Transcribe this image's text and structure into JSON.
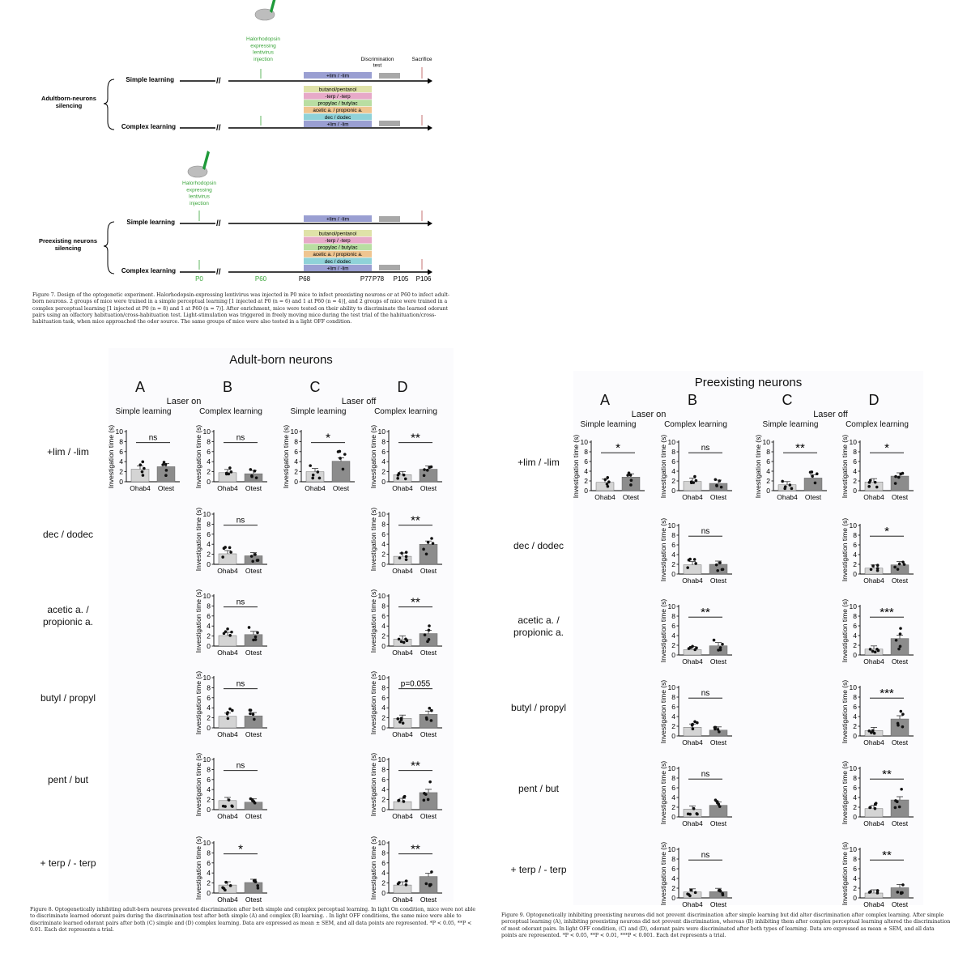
{
  "fig7": {
    "virus": "Halorhodopsin\nexpressing\nlentivirus\ninjection",
    "discrimination_test": "Discrimination\ntest",
    "sacrifice": "Sacrifice",
    "simple_learning": "Simple learning",
    "complex_learning": "Complex learning",
    "group_adult": "Adultborn-neurons\nsilencing",
    "group_pre": "Preexisting neurons\nsilencing",
    "odor_pairs": [
      "butanol/pentanol",
      "-terp / -terp",
      "propylac / butylac",
      "acetic a. / propionic a.",
      "dec / dodec",
      "+lim / -lim"
    ],
    "odor_colors": [
      "#dfe2a8",
      "#e7a9c8",
      "#b9dea2",
      "#efc590",
      "#8fd2d8",
      "#9a9fd2"
    ],
    "simple_pair": "+lim / -lim",
    "timeline": [
      "P0",
      "P60",
      "P68",
      "P77",
      "P78",
      "P105",
      "P106"
    ]
  },
  "captions": {
    "fig7": "Figure 7. Design of the optogenetic experiment. Halorhodopsin-expressing lentivirus was injected in P0 mice to infect preexisting neurons or at P60 to infect adult-born neurons. 2 groups of mice were trained in a simple perceptual learning [1 injected at P0 (n = 6) and 1 at P60 (n = 4)], and 2 groups of mice were trained in a complex perceptual learning [1 injected at P0 (n = 8) and 1 at P60 (n = 7)]. After enrichment, mice were tested on their ability to discriminate the learned odorant pairs using an olfactory habituation/cross-habituation test. Light-stimulation was triggered in freely moving mice during the test trial of the habituation/cross-habituation task, when mice approached the odor source. The same groups of mice were also tested in a light OFF condition.",
    "fig8": "Figure 8. Optogenetically inhibiting adult-born neurons prevented discrimination after both simple and complex perceptual learning. In light On condition, mice were not able to discriminate learned odorant pairs during the discrimination test after both simple (A) and complex (B) learning. . In light OFF conditions, the same mice were able to discriminate learned odorant pairs after both (C) simple and (D) complex learning. Data are expressed as mean ± SEM, and all data points are represented. *P < 0.05, **P < 0.01. Each dot represents a trial.",
    "fig9": "Figure 9. Optogenetically inhibiting preexisting neurons did not prevent discrimination after simple learning but did alter discrimination after complex learning. After simple perceptual learning (A), inhibiting preexisting neurons did not prevent discrimination, whereas (B) inhibiting them after complex perceptual learning altered the discrimination of most odorant pairs. In light OFF condition, (C) and (D), odorant pairs were discriminated after both types of learning. Data are expressed as mean ± SEM, and all data points are represented. *P < 0.05, **P < 0.01, ***P < 0.001. Each dot represents a trial."
  },
  "fig8": {
    "title": "Adult-born neurons",
    "columns": [
      "A",
      "B",
      "C",
      "D"
    ],
    "laser_on": "Laser on",
    "laser_off": "Laser off",
    "subtitles": [
      "Simple learning",
      "Complex learning",
      "Simple learning",
      "Complex learning"
    ],
    "rows": [
      "+lim / -lim",
      "dec / dodec",
      "acetic a. /\npropionic a.",
      "butyl / propyl",
      "pent / but",
      "+ terp / - terp"
    ]
  },
  "fig9": {
    "title": "Preexisting neurons",
    "columns": [
      "A",
      "B",
      "C",
      "D"
    ],
    "laser_on": "Laser on",
    "laser_off": "Laser off",
    "subtitles": [
      "Simple learning",
      "Complex learning",
      "Simple learning",
      "Complex learning"
    ],
    "rows": [
      "+lim / -lim",
      "dec / dodec",
      "acetic a. /\npropionic a.",
      "butyl / propyl",
      "pent / but",
      "+ terp / - terp"
    ]
  },
  "chart_data": [
    {
      "figure": "fig8",
      "type": "bar",
      "ylabel": "Investigation time (s)",
      "ylim": [
        0,
        10
      ],
      "yticks": [
        0,
        2,
        4,
        6,
        8,
        10
      ],
      "categories": [
        "Ohab4",
        "Otest"
      ],
      "panels": [
        {
          "col": "A",
          "row": "+lim / -lim",
          "values": [
            2.5,
            3.0
          ],
          "sig": "ns"
        },
        {
          "col": "B",
          "row": "+lim / -lim",
          "values": [
            1.8,
            1.6
          ],
          "sig": "ns"
        },
        {
          "col": "C",
          "row": "+lim / -lim",
          "values": [
            2.0,
            4.1
          ],
          "sig": "*"
        },
        {
          "col": "D",
          "row": "+lim / -lim",
          "values": [
            1.4,
            2.5
          ],
          "sig": "**"
        },
        {
          "col": "B",
          "row": "dec / dodec",
          "values": [
            2.1,
            1.7
          ],
          "sig": "ns"
        },
        {
          "col": "D",
          "row": "dec / dodec",
          "values": [
            1.6,
            4.0
          ],
          "sig": "**"
        },
        {
          "col": "B",
          "row": "acetic a. / propionic a.",
          "values": [
            2.1,
            2.3
          ],
          "sig": "ns"
        },
        {
          "col": "D",
          "row": "acetic a. / propionic a.",
          "values": [
            1.4,
            2.5
          ],
          "sig": "**"
        },
        {
          "col": "B",
          "row": "butyl / propyl",
          "values": [
            2.3,
            2.4
          ],
          "sig": "ns"
        },
        {
          "col": "D",
          "row": "butyl / propyl",
          "values": [
            1.9,
            2.7
          ],
          "sig": "p=0.055"
        },
        {
          "col": "B",
          "row": "pent / but",
          "values": [
            1.8,
            1.5
          ],
          "sig": "ns"
        },
        {
          "col": "D",
          "row": "pent / but",
          "values": [
            1.6,
            3.4
          ],
          "sig": "**"
        },
        {
          "col": "B",
          "row": "+ terp / - terp",
          "values": [
            1.6,
            2.1
          ],
          "sig": "*"
        },
        {
          "col": "D",
          "row": "+ terp / - terp",
          "values": [
            1.6,
            3.3
          ],
          "sig": "**"
        }
      ]
    },
    {
      "figure": "fig9",
      "type": "bar",
      "ylabel": "Investigation time (s)",
      "ylim": [
        0,
        10
      ],
      "yticks": [
        0,
        2,
        4,
        6,
        8,
        10
      ],
      "categories": [
        "Ohab4",
        "Otest"
      ],
      "panels": [
        {
          "col": "A",
          "row": "+lim / -lim",
          "values": [
            1.7,
            2.8
          ],
          "sig": "*"
        },
        {
          "col": "B",
          "row": "+lim / -lim",
          "values": [
            1.9,
            1.5
          ],
          "sig": "ns"
        },
        {
          "col": "C",
          "row": "+lim / -lim",
          "values": [
            1.2,
            2.6
          ],
          "sig": "**"
        },
        {
          "col": "D",
          "row": "+lim / -lim",
          "values": [
            1.8,
            3.0
          ],
          "sig": "*"
        },
        {
          "col": "B",
          "row": "dec / dodec",
          "values": [
            1.9,
            2.0
          ],
          "sig": "ns"
        },
        {
          "col": "D",
          "row": "dec / dodec",
          "values": [
            1.2,
            1.9
          ],
          "sig": "*"
        },
        {
          "col": "B",
          "row": "acetic a. / propionic a.",
          "values": [
            1.1,
            1.9
          ],
          "sig": "**"
        },
        {
          "col": "D",
          "row": "acetic a. / propionic a.",
          "values": [
            1.2,
            3.4
          ],
          "sig": "***"
        },
        {
          "col": "B",
          "row": "butyl / propyl",
          "values": [
            1.8,
            1.2
          ],
          "sig": "ns"
        },
        {
          "col": "D",
          "row": "butyl / propyl",
          "values": [
            1.1,
            3.5
          ],
          "sig": "***"
        },
        {
          "col": "B",
          "row": "pent / but",
          "values": [
            1.6,
            2.4
          ],
          "sig": "ns"
        },
        {
          "col": "D",
          "row": "pent / but",
          "values": [
            1.7,
            3.5
          ],
          "sig": "**"
        },
        {
          "col": "B",
          "row": "+ terp / - terp",
          "values": [
            1.2,
            1.3
          ],
          "sig": "ns"
        },
        {
          "col": "D",
          "row": "+ terp / - terp",
          "values": [
            1.0,
            2.1
          ],
          "sig": "**"
        }
      ]
    }
  ]
}
